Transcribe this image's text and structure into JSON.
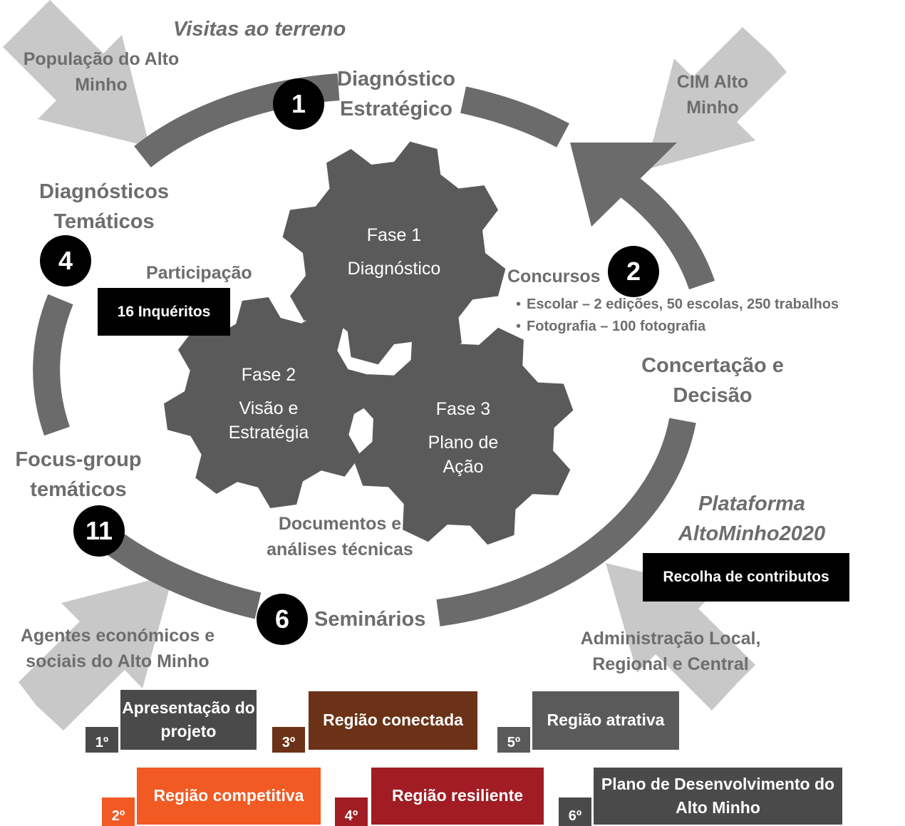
{
  "colors": {
    "gear": "#5a5a5a",
    "ring": "#6b6b6b",
    "arrow": "#c8c8c8",
    "text": "#6d6d6d",
    "black": "#000000",
    "dark_box": "#4a4a4a",
    "brown": "#6b3217",
    "orange": "#f15a23",
    "red": "#a11c23"
  },
  "title": "Visitas ao terreno",
  "gears": [
    {
      "phase": "Fase 1",
      "name": "Diagnóstico"
    },
    {
      "phase": "Fase 2",
      "name": "Visão e Estratégia"
    },
    {
      "phase": "Fase 3",
      "name": "Plano de Ação"
    }
  ],
  "cycle_labels": {
    "diagnostico_estrategico": "Diagnóstico Estratégico",
    "diagnosticos_tematicos": "Diagnósticos Temáticos",
    "participacao": "Participação",
    "concursos": "Concursos",
    "concertacao": "Concertação e Decisão",
    "focus_group": "Focus-group temáticos",
    "documentos": "Documentos e análises técnicas",
    "seminarios": "Seminários",
    "plataforma": "Plataforma AltoMinho2020"
  },
  "external_inputs": {
    "populacao": "População do Alto Minho",
    "cim": "CIM Alto Minho",
    "agentes": "Agentes económicos e sociais do Alto Minho",
    "administracao": "Administração Local, Regional e Central"
  },
  "counts": {
    "diagnostico": "1",
    "concursos": "2",
    "tematicos": "4",
    "focus_group": "11",
    "seminarios": "6"
  },
  "boxes": {
    "inqueritos": "16 Inquéritos",
    "recolha": "Recolha de contributos"
  },
  "concursos_items": [
    "Escolar – 2 edições, 50 escolas, 250 trabalhos",
    "Fotografia – 100 fotografia"
  ],
  "seminars": [
    {
      "num": "1º",
      "label": "Apresentação do projeto"
    },
    {
      "num": "3º",
      "label": "Região conectada"
    },
    {
      "num": "5º",
      "label": "Região atrativa"
    },
    {
      "num": "2º",
      "label": "Região competitiva"
    },
    {
      "num": "4º",
      "label": "Região resiliente"
    },
    {
      "num": "6º",
      "label": "Plano de Desenvolvimento do Alto Minho"
    }
  ]
}
